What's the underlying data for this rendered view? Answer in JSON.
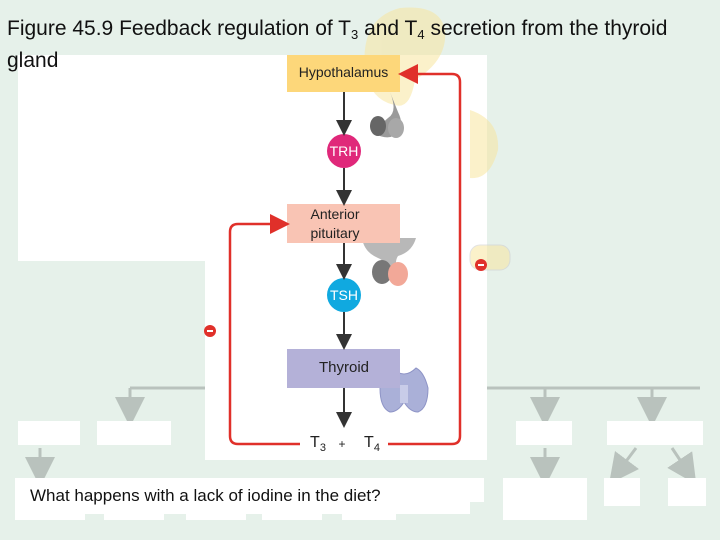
{
  "title": {
    "prefix": "Figure 45.9 Feedback regulation of T",
    "sub1": "3",
    "middle": " and T",
    "sub2": "4",
    "suffix": " secretion from the thyroid gland"
  },
  "nodes": {
    "hypothalamus": "Hypothalamus",
    "trh": "TRH",
    "anterior_pituitary_line1": "Anterior",
    "anterior_pituitary_line2": "pituitary",
    "tsh": "TSH",
    "thyroid": "Thyroid",
    "t3": "T",
    "t3_sub": "3",
    "plus": "+",
    "t4": "T",
    "t4_sub": "4"
  },
  "colors": {
    "background": "#e6f1ea",
    "panel": "#ffffff",
    "hypothalamus_box": "#fdd77a",
    "trh_circle": "#e0287a",
    "pituitary_box": "#f9c4b4",
    "tsh_circle": "#10a9e0",
    "thyroid_box": "#b4b1d8",
    "feedback_arrow": "#e0302a",
    "arrow": "#333333",
    "tree_line": "#b9c2bd"
  },
  "question": "What happens with a lack of iodine in the diet?"
}
